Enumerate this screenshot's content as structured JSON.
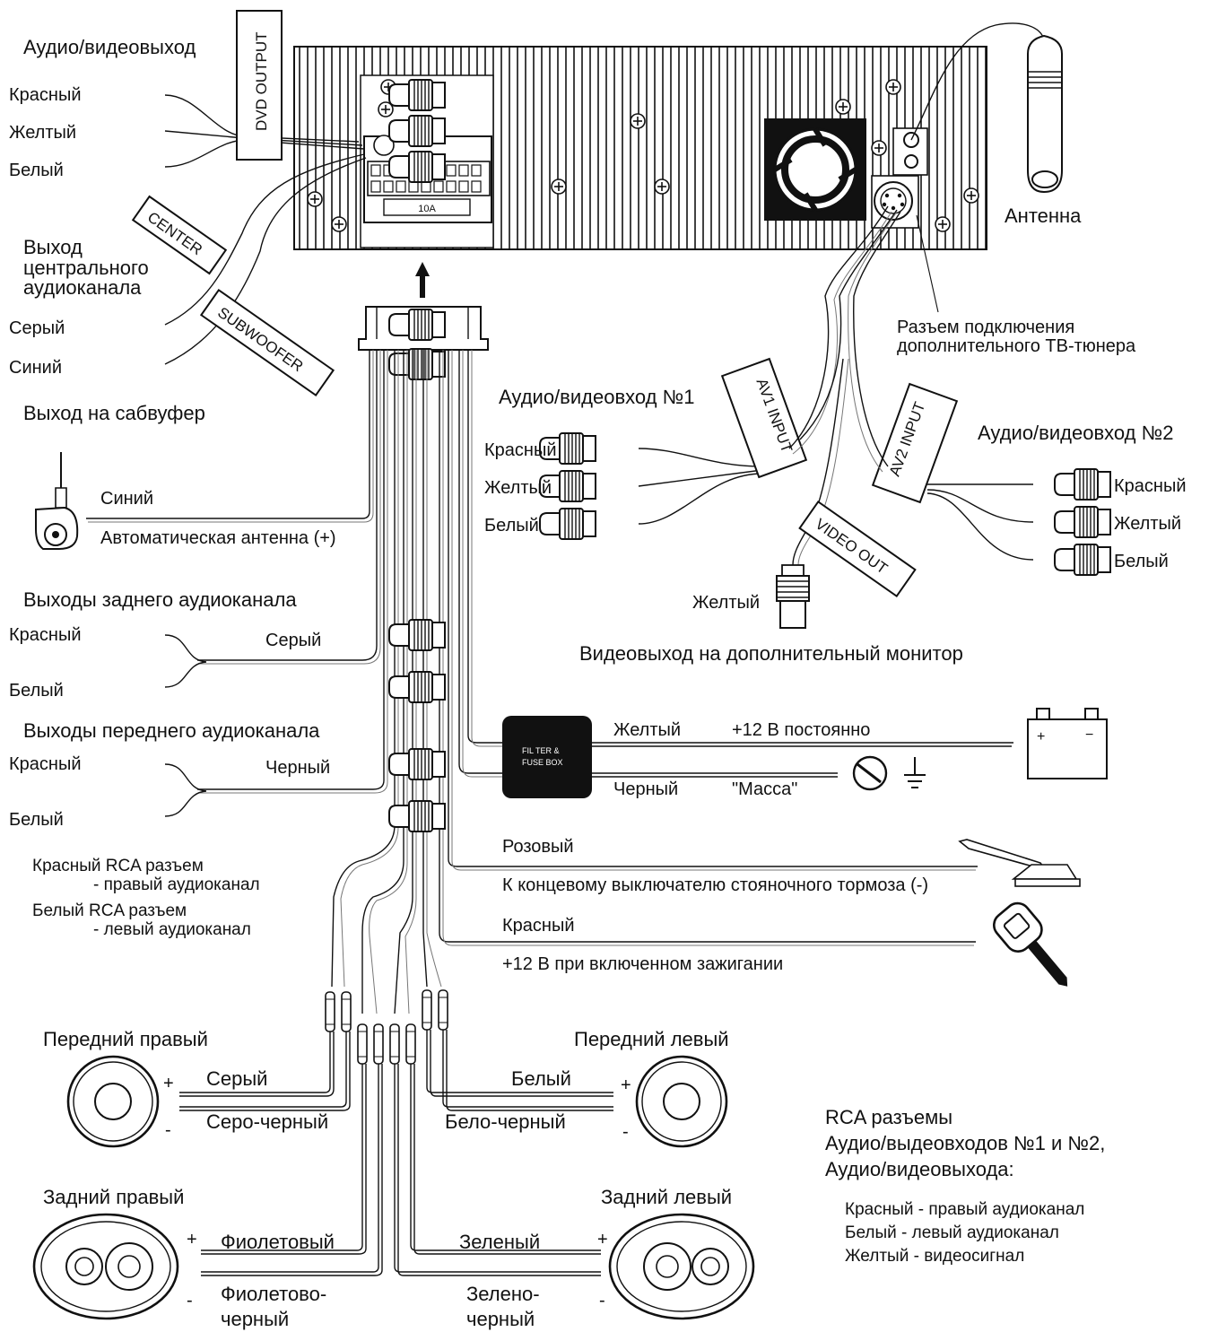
{
  "head_unit": {
    "fuse_label": "10A",
    "tag_dvd_output": "DVD OUTPUT",
    "tag_center": "CENTER",
    "tag_subwoofer": "SUBWOOFER",
    "tag_av1": "AV1 INPUT",
    "tag_av2": "AV2 INPUT",
    "tag_video_out": "VIDEO OUT"
  },
  "labels": {
    "av_output": "Аудио/видеовыход",
    "av_out_red": "Красный",
    "av_out_yellow": "Желтый",
    "av_out_white": "Белый",
    "center_line1": "Выход",
    "center_line2": "центрального",
    "center_line3": "аудиоканала",
    "center_gray": "Серый",
    "sub_blue": "Синий",
    "sub_title": "Выход на сабвуфер",
    "antenna": "Антенна",
    "tv_line1": "Разъем подключения",
    "tv_line2": "дополнительного ТВ-тюнера",
    "av1_title": "Аудио/видеовход №1",
    "av1_red": "Красный",
    "av1_yellow": "Желтый",
    "av1_white": "Белый",
    "av2_title": "Аудио/видеовход №2",
    "av2_red": "Красный",
    "av2_yellow": "Желтый",
    "av2_white": "Белый",
    "video_out_yellow": "Желтый",
    "video_out_title": "Видеовыход на дополнительный монитор",
    "auto_ant_blue": "Синий",
    "auto_ant_title": "Автоматическая антенна (+)",
    "rear_out_title": "Выходы заднего аудиоканала",
    "rear_out_red": "Красный",
    "rear_out_white": "Белый",
    "rear_out_gray": "Серый",
    "front_out_title": "Выходы переднего аудиоканала",
    "front_out_red": "Красный",
    "front_out_white": "Белый",
    "front_out_black": "Черный",
    "rca_note1": "Красный RCA разъем",
    "rca_note2": "- правый аудиоканал",
    "rca_note3": "Белый RCA разъем",
    "rca_note4": "- левый аудиоканал",
    "filter_line1": "FIL TER  &",
    "filter_line2": "FUSE  BOX",
    "yellow_wire": "Желтый",
    "yellow_desc": "+12 В постоянно",
    "black_wire": "Черный",
    "black_desc": "\"Масса\"",
    "pink_wire": "Розовый",
    "pink_desc": "К концевому выключателю стояночного тормоза (-)",
    "red_wire": "Красный",
    "red_desc": "+12 В при включенном зажигании",
    "front_right": "Передний правый",
    "front_left": "Передний левый",
    "rear_right": "Задний правый",
    "rear_left": "Задний левый",
    "fr_plus": "Серый",
    "fr_minus": "Серо-черный",
    "fl_plus": "Белый",
    "fl_minus": "Бело-черный",
    "rr_plus": "Фиолетовый",
    "rr_minus1": "Фиолетово-",
    "rr_minus2": "черный",
    "rl_plus": "Зеленый",
    "rl_minus1": "Зелено-",
    "rl_minus2": "черный",
    "plus_sign": "+",
    "minus_sign": "-",
    "legend_line1": "RCA разъемы",
    "legend_line2": "Аудио/выдеовходов №1 и №2,",
    "legend_line3": "Аудио/видеовыхода:",
    "legend_line4": "Красный - правый аудиоканал",
    "legend_line5": "Белый - левый аудиоканал",
    "legend_line6": "Желтый - видеосигнал"
  }
}
